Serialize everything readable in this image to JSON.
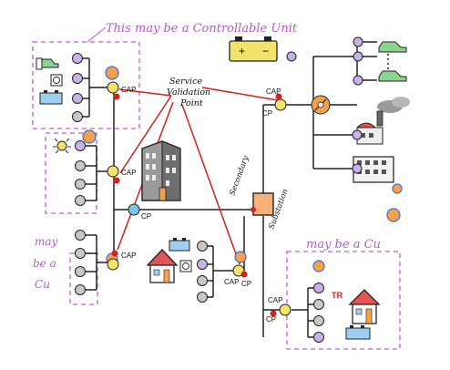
{
  "annotations": {
    "top": "This may be a Controllable Unit",
    "left_line1": "may",
    "left_line2": "be a",
    "left_line3": "Cu",
    "right": "may be a Cu",
    "service_line1": "Service",
    "service_line2": "Validation",
    "service_line3": "Point",
    "secondary": "Secondary",
    "substation": "Substation",
    "tr": "TR"
  },
  "labels": {
    "cap": "CAP",
    "cp": "CP"
  },
  "colors": {
    "dashed_box": "#c97fd6",
    "annotation_ink": "#b35cc4",
    "red_ink": "#d62020",
    "line": "#222222",
    "substation_fill": "#f4b27a",
    "meter_orange": "#f3a24a",
    "cp_blue": "#7cc3e8",
    "cap_yellow": "#f4e36a",
    "node_gray": "#c8c8c8",
    "meter_purple": "#c8b2e8",
    "car_green": "#8bd48f"
  }
}
